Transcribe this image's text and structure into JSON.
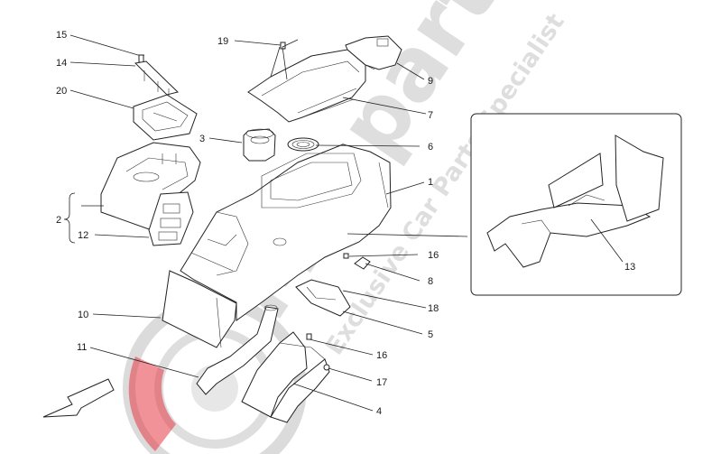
{
  "watermark": {
    "brand": "Masparts",
    "tagline": "Exclusive Car Parts Specialist"
  },
  "colors": {
    "watermark_text": "#d9d9d9",
    "watermark_red": "#e63946",
    "watermark_grey": "#bdbdbd",
    "line": "#222222"
  },
  "callouts": {
    "c1": "1",
    "c2": "2",
    "c3": "3",
    "c4": "4",
    "c5": "5",
    "c6": "6",
    "c7": "7",
    "c8": "8",
    "c9": "9",
    "c10": "10",
    "c11": "11",
    "c12": "12",
    "c13": "13",
    "c14": "14",
    "c15": "15",
    "c16a": "16",
    "c16b": "16",
    "c17": "17",
    "c18": "18",
    "c19": "19",
    "c20": "20"
  }
}
